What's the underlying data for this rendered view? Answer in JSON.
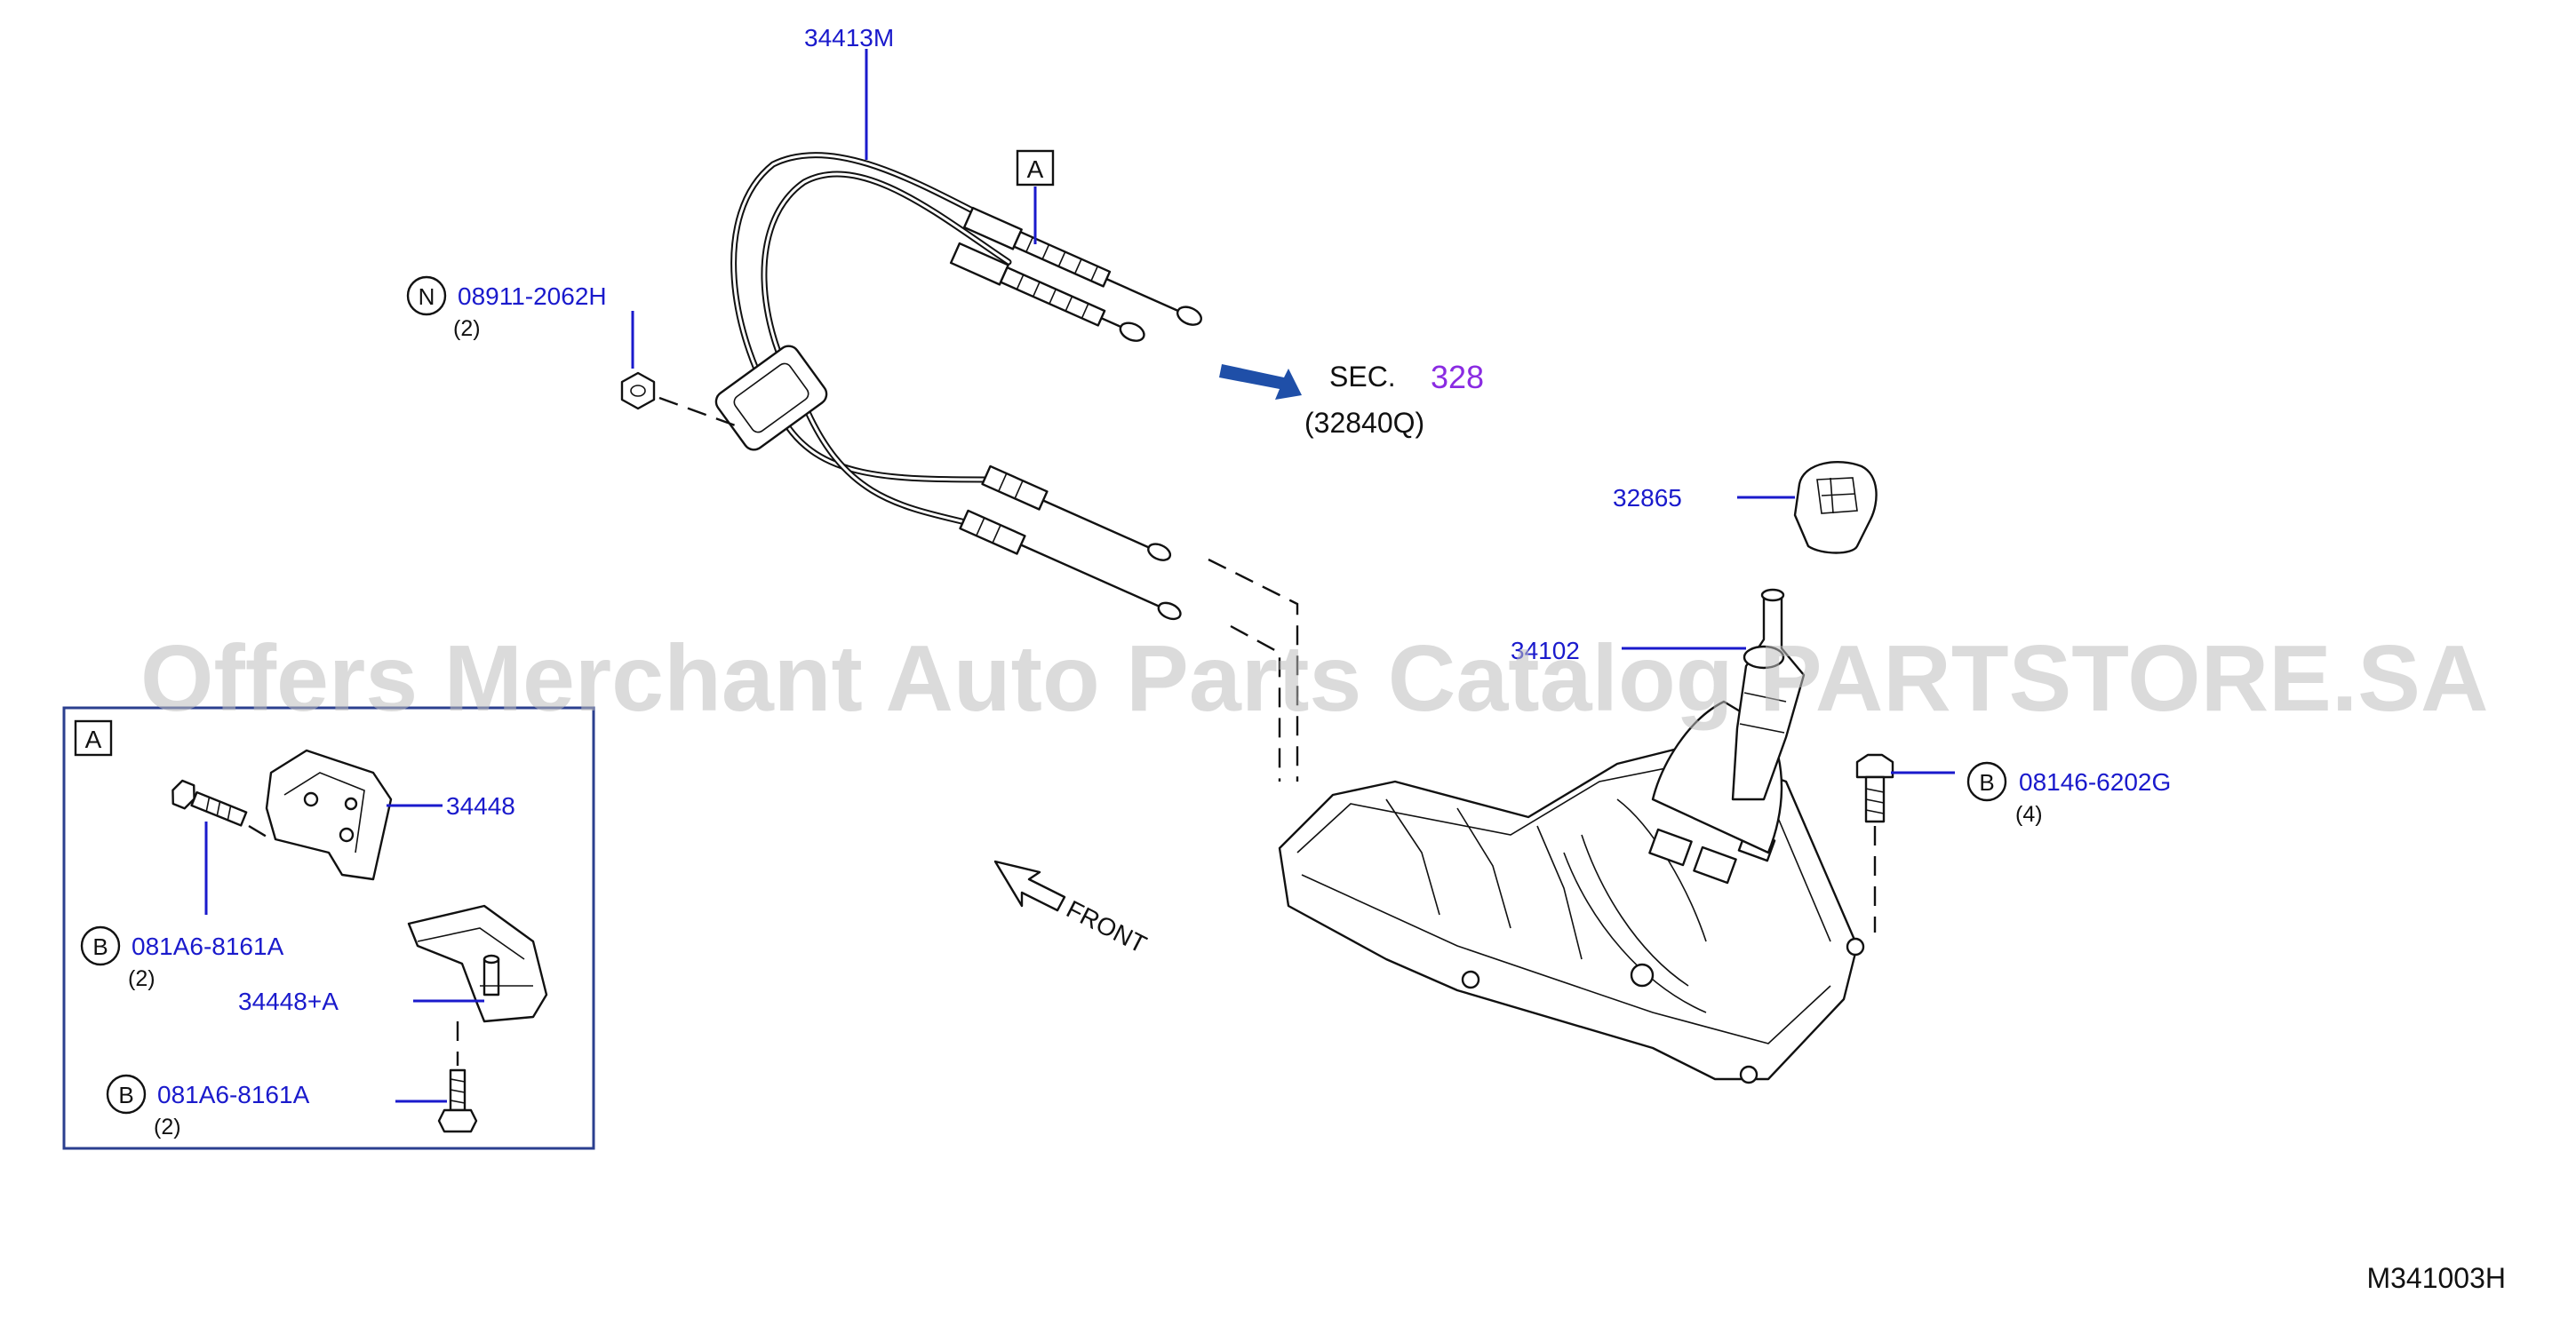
{
  "callouts": {
    "cable": {
      "part_no": "34413M"
    },
    "nut": {
      "prefix": "N",
      "part_no": "08911-2062H",
      "qty": "(2)"
    },
    "section": {
      "label": "SEC.",
      "number": "328",
      "sub": "(32840Q)"
    },
    "knob": {
      "part_no": "32865"
    },
    "lever": {
      "part_no": "34102"
    },
    "base_bolt": {
      "prefix": "B",
      "part_no": "08146-6202G",
      "qty": "(4)"
    },
    "front": {
      "label": "FRONT"
    },
    "view_tag": {
      "label": "A"
    }
  },
  "detail_a": {
    "tag": "A",
    "bracket": {
      "part_no": "34448"
    },
    "bolt_upper": {
      "prefix": "B",
      "part_no": "081A6-8161A",
      "qty": "(2)"
    },
    "bracket_assy": {
      "part_no": "34448+A"
    },
    "bolt_lower": {
      "prefix": "B",
      "part_no": "081A6-8161A",
      "qty": "(2)"
    }
  },
  "watermark": "Offers Merchant Auto Parts Catalog PARTSTORE.SA",
  "figure_code": "M341003H",
  "colors": {
    "callout": "#1a1acc",
    "section_number": "#8a2be2",
    "arrow": "#1f4fa8",
    "frame": "#2b3f8f"
  }
}
